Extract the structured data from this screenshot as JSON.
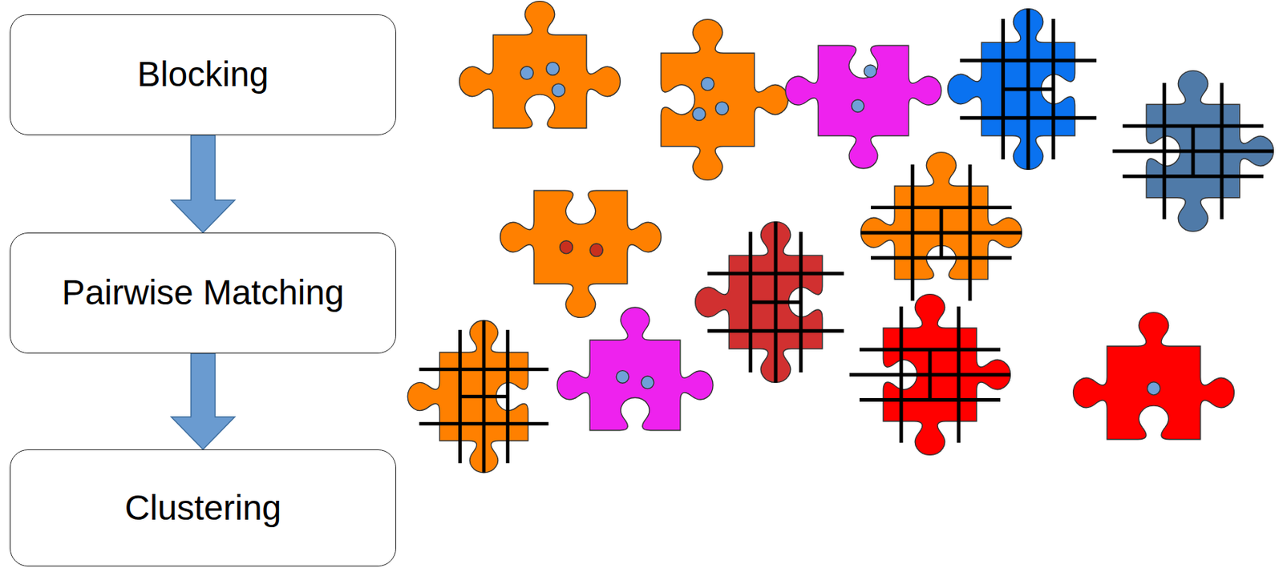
{
  "diagram": {
    "nodes": [
      {
        "text": [
          "Blocking"
        ]
      },
      {
        "text": [
          "Pairwise Matching"
        ]
      },
      {
        "text": [
          "Clustering"
        ]
      }
    ],
    "edges": [
      {
        "from": 0,
        "to": 1,
        "arrow": "to"
      },
      {
        "from": 1,
        "to": 2,
        "arrow": "to"
      }
    ]
  }
}
